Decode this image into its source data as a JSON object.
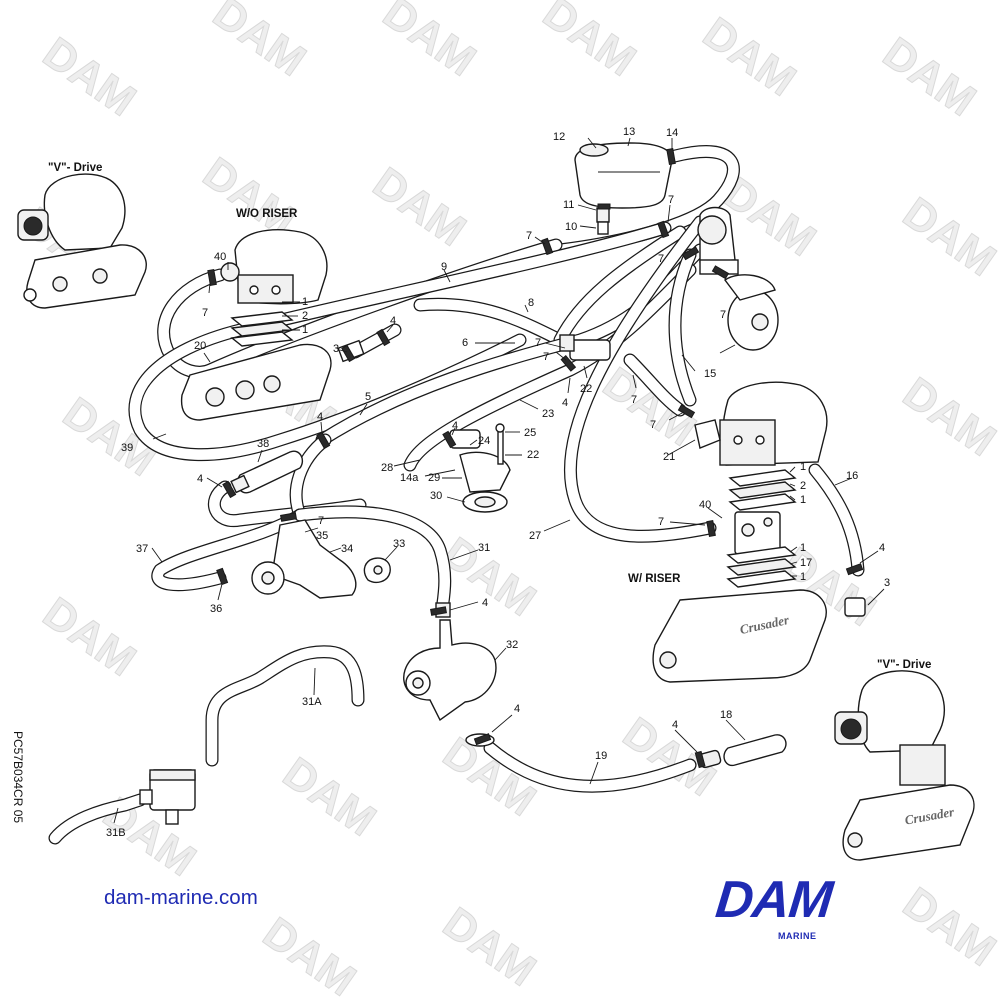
{
  "headings": {
    "vdrive_top": "\"V\"- Drive",
    "wo_riser": "W/O RISER",
    "w_riser": "W/ RISER",
    "vdrive_bottom": "\"V\"- Drive"
  },
  "brand_cast": "Crusader",
  "watermark_text": "DAM",
  "website": "dam-marine.com",
  "doc_code": "PC57B034CR  05",
  "logo": {
    "word": "DAM",
    "sub": "MARINE",
    "color": "#1f2bb3"
  },
  "callouts": {
    "c12": "12",
    "c13": "13",
    "c14": "14",
    "c11": "11",
    "c10": "10",
    "c7_top": "7",
    "c7_a": "7",
    "c7_b": "7",
    "c7_c": "7",
    "c7_d": "7",
    "c7_e": "7",
    "c7_f": "7",
    "c7_g": "7",
    "c7_h": "7",
    "c7_i": "7",
    "c7_j": "7",
    "c9": "9",
    "c40_top": "40",
    "c1_a": "1",
    "c2_a": "2",
    "c1_b": "1",
    "c8": "8",
    "c4_a": "4",
    "c3_a": "3",
    "c6": "6",
    "c20": "20",
    "c22_a": "22",
    "c15": "15",
    "c39": "39",
    "c5": "5",
    "c4_b": "4",
    "c23": "23",
    "c4_c": "4",
    "c38": "38",
    "c4_d": "4",
    "c24": "24",
    "c25": "25",
    "c22_b": "22",
    "c21": "21",
    "c28": "28",
    "c14a": "14a",
    "c29": "29",
    "c30": "30",
    "c1_c": "1",
    "c2_b": "2",
    "c1_d": "1",
    "c16": "16",
    "c27": "27",
    "c40_bot": "40",
    "c37": "37",
    "c35": "35",
    "c34": "34",
    "c33": "33",
    "c31": "31",
    "c4_e": "4",
    "c36": "36",
    "c1_e": "1",
    "c17": "17",
    "c1_f": "1",
    "c4_f": "4",
    "c3_b": "3",
    "c32": "32",
    "c31A": "31A",
    "c4_g": "4",
    "c4_h": "4",
    "c18": "18",
    "c19": "19",
    "c31B": "31B"
  }
}
